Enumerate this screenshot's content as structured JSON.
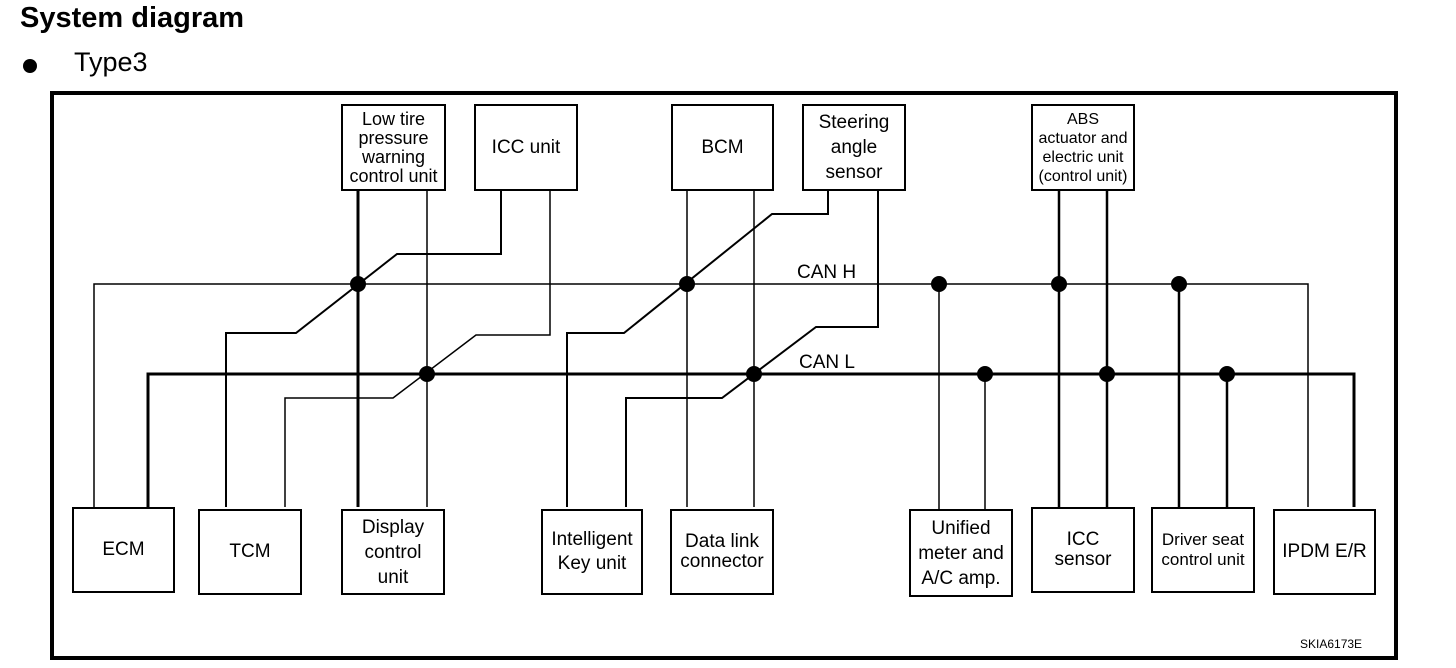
{
  "header": {
    "title": "System diagram",
    "subtitle": "Type3"
  },
  "diagram": {
    "buses": {
      "can_h": "CAN H",
      "can_l": "CAN L"
    },
    "top_units": [
      {
        "id": "low-tire-pressure-warning-control-unit",
        "label": "Low tire\npressure\nwarning\ncontrol unit"
      },
      {
        "id": "icc-unit",
        "label": "ICC unit"
      },
      {
        "id": "bcm",
        "label": "BCM"
      },
      {
        "id": "steering-angle-sensor",
        "label": "Steering\nangle\nsensor"
      },
      {
        "id": "abs-actuator-and-electric-unit",
        "label": "ABS\nactuator and\nelectric unit\n(control unit)"
      }
    ],
    "bottom_units": [
      {
        "id": "ecm",
        "label": "ECM"
      },
      {
        "id": "tcm",
        "label": "TCM"
      },
      {
        "id": "display-control-unit",
        "label": "Display\ncontrol\nunit"
      },
      {
        "id": "intelligent-key-unit",
        "label": "Intelligent\nKey unit"
      },
      {
        "id": "data-link-connector",
        "label": "Data link\nconnector"
      },
      {
        "id": "unified-meter-and-ac-amp",
        "label": "Unified\nmeter and\nA/C amp."
      },
      {
        "id": "icc-sensor",
        "label": "ICC\nsensor"
      },
      {
        "id": "driver-seat-control-unit",
        "label": "Driver seat\ncontrol unit"
      },
      {
        "id": "ipdm-er",
        "label": "IPDM E/R"
      }
    ],
    "figure_code": "SKIA6173E"
  }
}
